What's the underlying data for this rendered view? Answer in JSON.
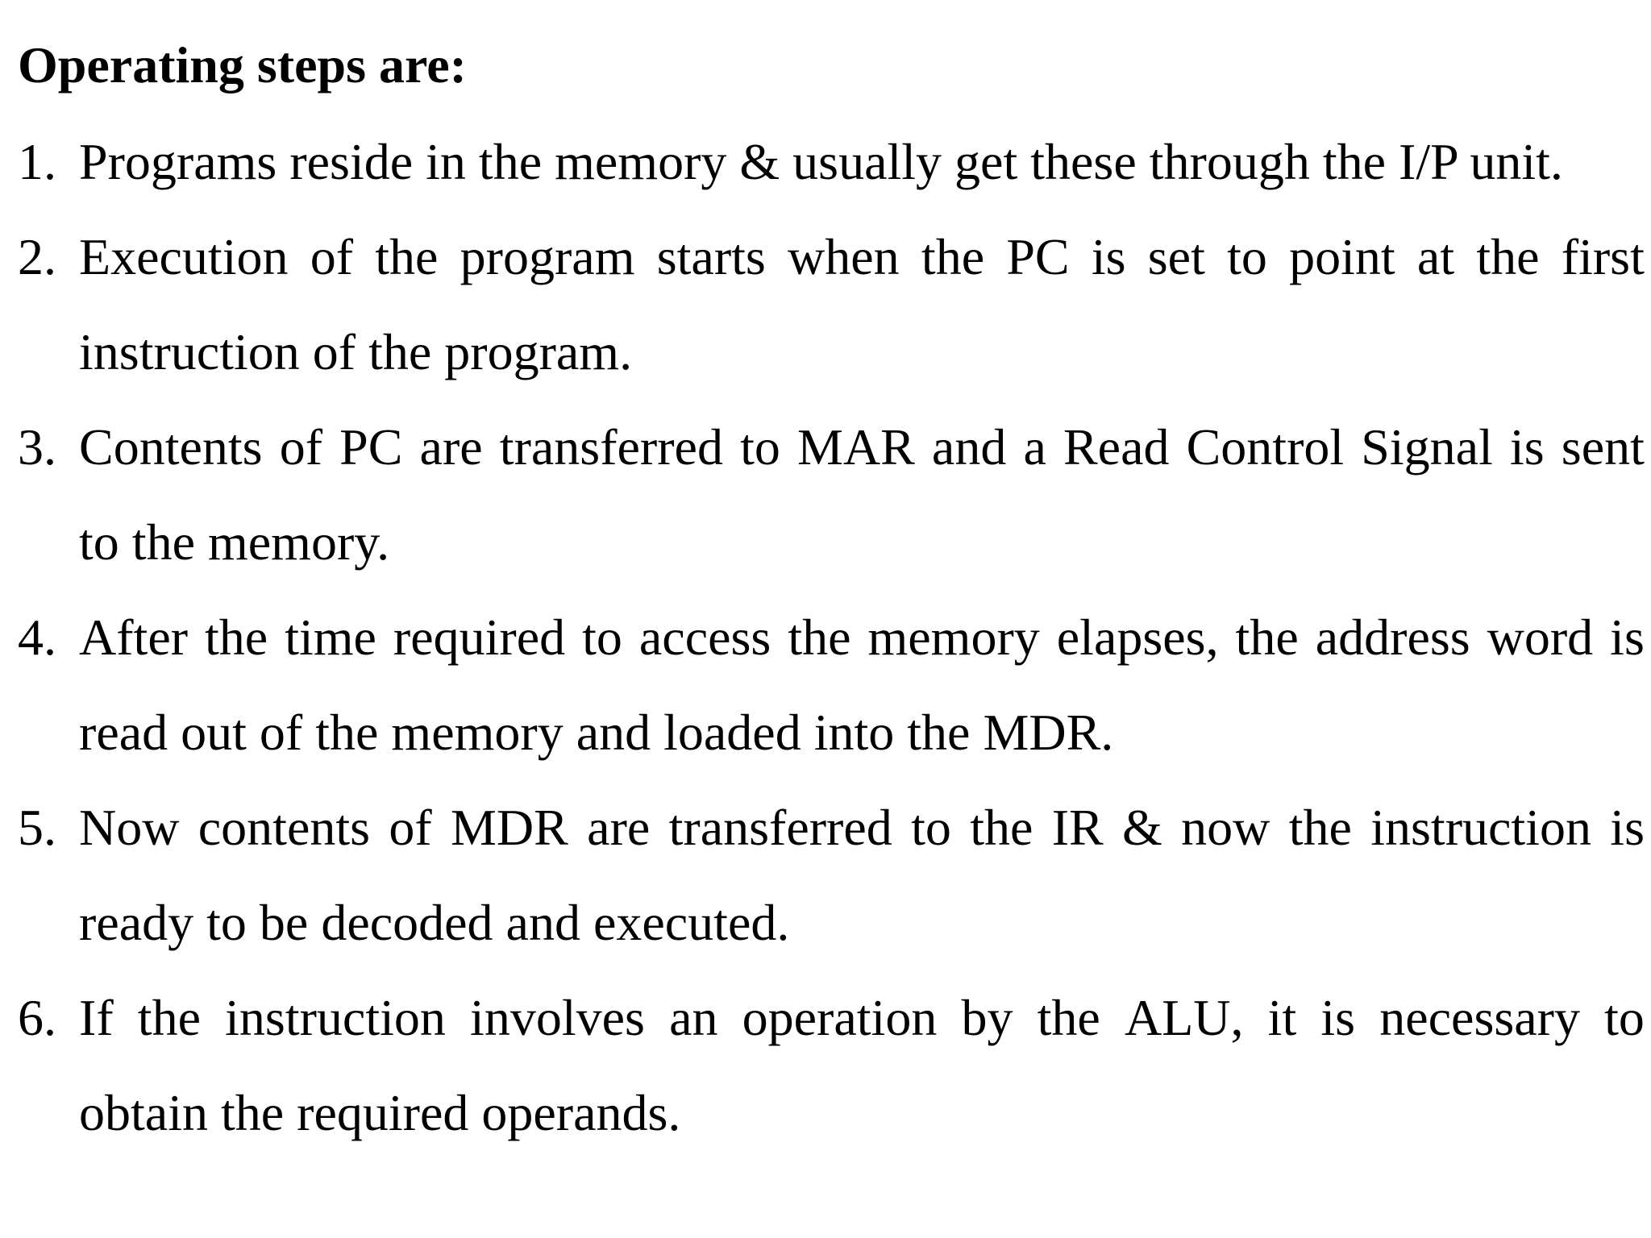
{
  "document": {
    "heading": "Operating steps are:",
    "steps": [
      {
        "number": "1.",
        "lines": [
          "Programs reside in the memory & usually get these through the I/P unit."
        ]
      },
      {
        "number": "2.",
        "lines": [
          "Execution of the program starts when the PC is set to point at the first",
          "instruction of the program."
        ]
      },
      {
        "number": "3.",
        "lines": [
          "Contents of PC are transferred to MAR and a Read Control Signal is sent",
          "to the memory."
        ]
      },
      {
        "number": "4.",
        "lines": [
          "After the time required to access the memory elapses, the address word is",
          "read out of the memory and loaded into the MDR."
        ]
      },
      {
        "number": "5.",
        "lines": [
          "Now contents of MDR are transferred to the IR & now the instruction is",
          "ready to be decoded and executed."
        ]
      },
      {
        "number": "6.",
        "lines": [
          "If the instruction involves an operation by the ALU, it is necessary to",
          "obtain the required operands."
        ]
      }
    ]
  }
}
